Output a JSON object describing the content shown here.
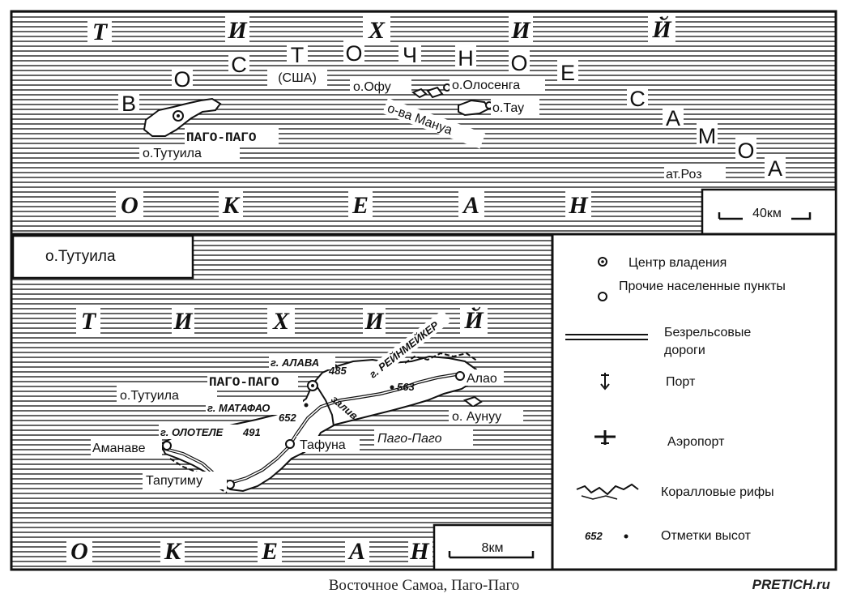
{
  "top_map": {
    "ocean_letters": [
      "Т",
      "И",
      "Х",
      "И",
      "Й"
    ],
    "ocean_letters_bottom": [
      "О",
      "К",
      "Е",
      "А",
      "Н"
    ],
    "sea_letters": [
      "В",
      "О",
      "С",
      "Т",
      "О",
      "Ч",
      "Н",
      "О",
      "Е",
      "С",
      "А",
      "М",
      "О",
      "А"
    ],
    "usa_label": "(США)",
    "places": {
      "ofu": "о.Офу",
      "olosega": "о.Олосенга",
      "tau": "о.Тау",
      "manua": "о-ва Мануа",
      "pago": "ПАГО-ПАГО",
      "tutuila": "о.Тутуила",
      "rose": "ат.Роз"
    },
    "scale": "40км"
  },
  "bottom_map": {
    "inset_title": "о.Тутуила",
    "ocean_letters": [
      "Т",
      "И",
      "Х",
      "И",
      "Й"
    ],
    "ocean_letters_bottom": [
      "О",
      "К",
      "Е",
      "А",
      "Н"
    ],
    "places": {
      "alava": "г. АЛАВА",
      "alava_h": "485",
      "reinmeiker": "г. РЕЙНМЕЙКЕР",
      "pago": "ПАГО-ПАГО",
      "h563": "563",
      "alao": "Алао",
      "tutuila": "о.Тутуила",
      "matafao": "г. МАТАФАО",
      "h652": "652",
      "aunuu": "о. Аунуу",
      "oloteле": "г. ОЛОТЕЛЕ",
      "h491": "491",
      "zaliv": "залив",
      "pago_bay": "Паго-Паго",
      "tafuna": "Тафуна",
      "amanave": "Аманаве",
      "taputimu": "Тапутиму"
    },
    "scale": "8км"
  },
  "legend": {
    "items": [
      {
        "icon": "capital-marker-icon",
        "label": "Центр владения"
      },
      {
        "icon": "settlement-marker-icon",
        "label": "Прочие населенные пункты"
      },
      {
        "icon": "road-icon",
        "label": "Безрельсовые дороги"
      },
      {
        "icon": "port-icon",
        "label": "Порт"
      },
      {
        "icon": "airport-icon",
        "label": "Аэропорт"
      },
      {
        "icon": "coral-reef-icon",
        "label": "Коралловые рифы"
      },
      {
        "icon": "elevation-mark-icon",
        "label": "Отметки высот",
        "sample": "652"
      }
    ]
  },
  "caption": "Восточное Самоа, Паго-Паго",
  "brand": "PRETICH.ru"
}
